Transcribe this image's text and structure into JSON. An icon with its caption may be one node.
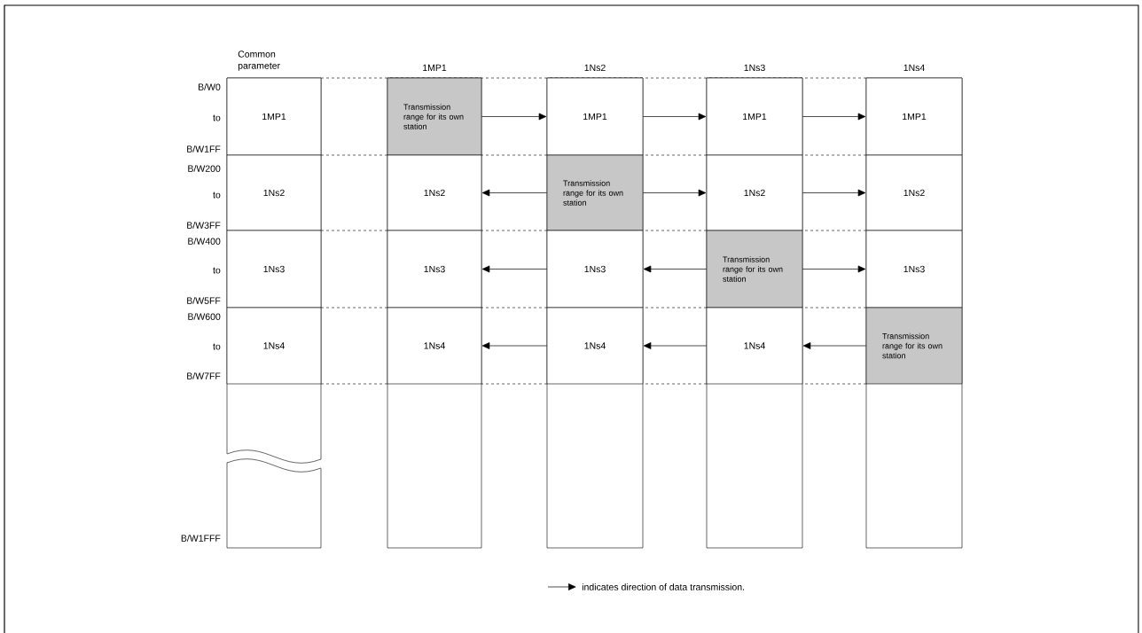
{
  "diagram": {
    "nodes": [
      {
        "text": [
          "Common parameter"
        ]
      },
      {
        "text": [
          "1MP1"
        ],
        "in": 0
      },
      {
        "text": [
          "1Ns2"
        ],
        "in": 0
      },
      {
        "text": [
          "1Ns3"
        ],
        "in": 0
      },
      {
        "text": [
          "1Ns4"
        ],
        "in": 0
      },
      {
        "text": [
          "1MP1"
        ]
      },
      {
        "text": [
          "Transmission range for its own station"
        ],
        "in": 5
      },
      {
        "text": [
          "1Ns2"
        ],
        "in": 5
      },
      {
        "text": [
          "1Ns3"
        ],
        "in": 5
      },
      {
        "text": [
          "1Ns4"
        ],
        "in": 5
      },
      {
        "text": [
          "1Ns2"
        ]
      },
      {
        "text": [
          "1MP1"
        ],
        "in": 10
      },
      {
        "text": [
          "Transmission range for its own station"
        ],
        "in": 10
      },
      {
        "text": [
          "1Ns3"
        ],
        "in": 10
      },
      {
        "text": [
          "1Ns4"
        ],
        "in": 10
      },
      {
        "text": [
          "1Ns3"
        ]
      },
      {
        "text": [
          "1MP1"
        ],
        "in": 15
      },
      {
        "text": [
          "1Ns2"
        ],
        "in": 15
      },
      {
        "text": [
          "Transmission range for its own station"
        ],
        "in": 15
      },
      {
        "text": [
          "1Ns4"
        ],
        "in": 15
      },
      {
        "text": [
          "1Ns4"
        ]
      },
      {
        "text": [
          "1MP1"
        ],
        "in": 20
      },
      {
        "text": [
          "1Ns2"
        ],
        "in": 20
      },
      {
        "text": [
          "1Ns3"
        ],
        "in": 20
      },
      {
        "text": [
          "Transmission range for its own station"
        ],
        "in": 20
      }
    ],
    "edges": [
      {
        "from": 6,
        "to": 11,
        "arrow": "to"
      },
      {
        "from": 11,
        "to": 16,
        "arrow": "to"
      },
      {
        "from": 16,
        "to": 21,
        "arrow": "to"
      },
      {
        "from": 12,
        "to": 7,
        "arrow": "to"
      },
      {
        "from": 12,
        "to": 17,
        "arrow": "to"
      },
      {
        "from": 17,
        "to": 22,
        "arrow": "to"
      },
      {
        "from": 18,
        "to": 13,
        "arrow": "to"
      },
      {
        "from": 13,
        "to": 8,
        "arrow": "to"
      },
      {
        "from": 18,
        "to": 23,
        "arrow": "to"
      },
      {
        "from": 24,
        "to": 19,
        "arrow": "to"
      },
      {
        "from": 19,
        "to": 14,
        "arrow": "to"
      },
      {
        "from": 14,
        "to": 9,
        "arrow": "to"
      }
    ],
    "labels": [
      "B/W0",
      "to",
      "B/W1FF",
      "B/W200",
      "to",
      "B/W3FF",
      "B/W400",
      "to",
      "B/W5FF",
      "B/W600",
      "to",
      "B/W7FF",
      "B/W1FFF"
    ],
    "legend": [
      {
        "text": "indicates direction of data transmission."
      }
    ]
  }
}
